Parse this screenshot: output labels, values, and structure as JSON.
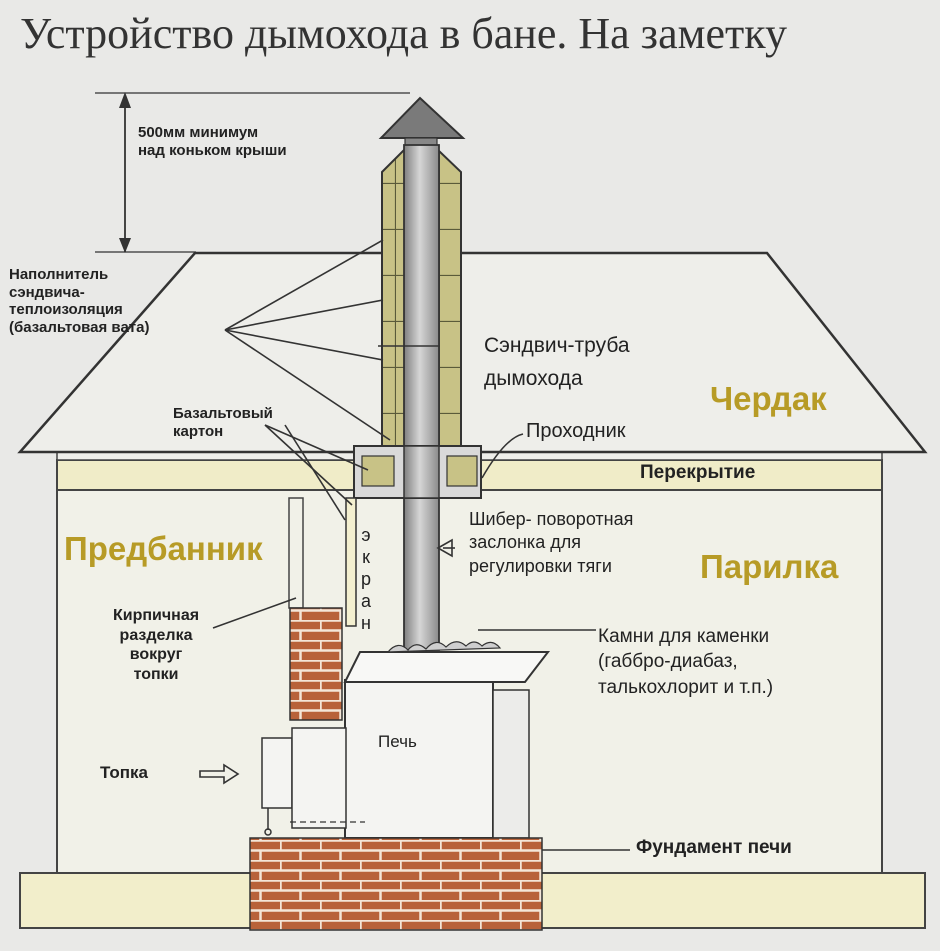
{
  "title": "Устройство дымохода в бане. На заметку",
  "labels": {
    "height_note": "500мм минимум\nнад коньком крыши",
    "filler": "Наполнитель\nсэндвича-\nтеплоизоляция\n(базальтовая вата)",
    "sandwich_pipe": "Сэндвич-труба\nдымохода",
    "attic": "Чердак",
    "basalt_card": "Базальтовый\nкартон",
    "passthrough": "Проходник",
    "ceiling": "Перекрытие",
    "dressing_room": "Предбанник",
    "screen": "экран",
    "damper": "Шибер- поворотная\nзаслонка для\nрегулировки тяги",
    "steam_room": "Парилка",
    "brick_cut": "Кирпичная\nразделка\nвокруг\nтопки",
    "stones": "Камни для каменки\n(габбро-диабаз,\nталькохлорит и т.п.)",
    "stove": "Печь",
    "firebox": "Топка",
    "foundation": "Фундамент печи"
  },
  "colors": {
    "background": "#e9e9e7",
    "wall_fill": "#f1f1e8",
    "ceiling_fill": "#f0ecc8",
    "ground_fill": "#f2eecb",
    "brick": "#b8623a",
    "insulation": "#c8c286",
    "pipe": "#a9a9a9",
    "accent_text": "#b79b26"
  }
}
